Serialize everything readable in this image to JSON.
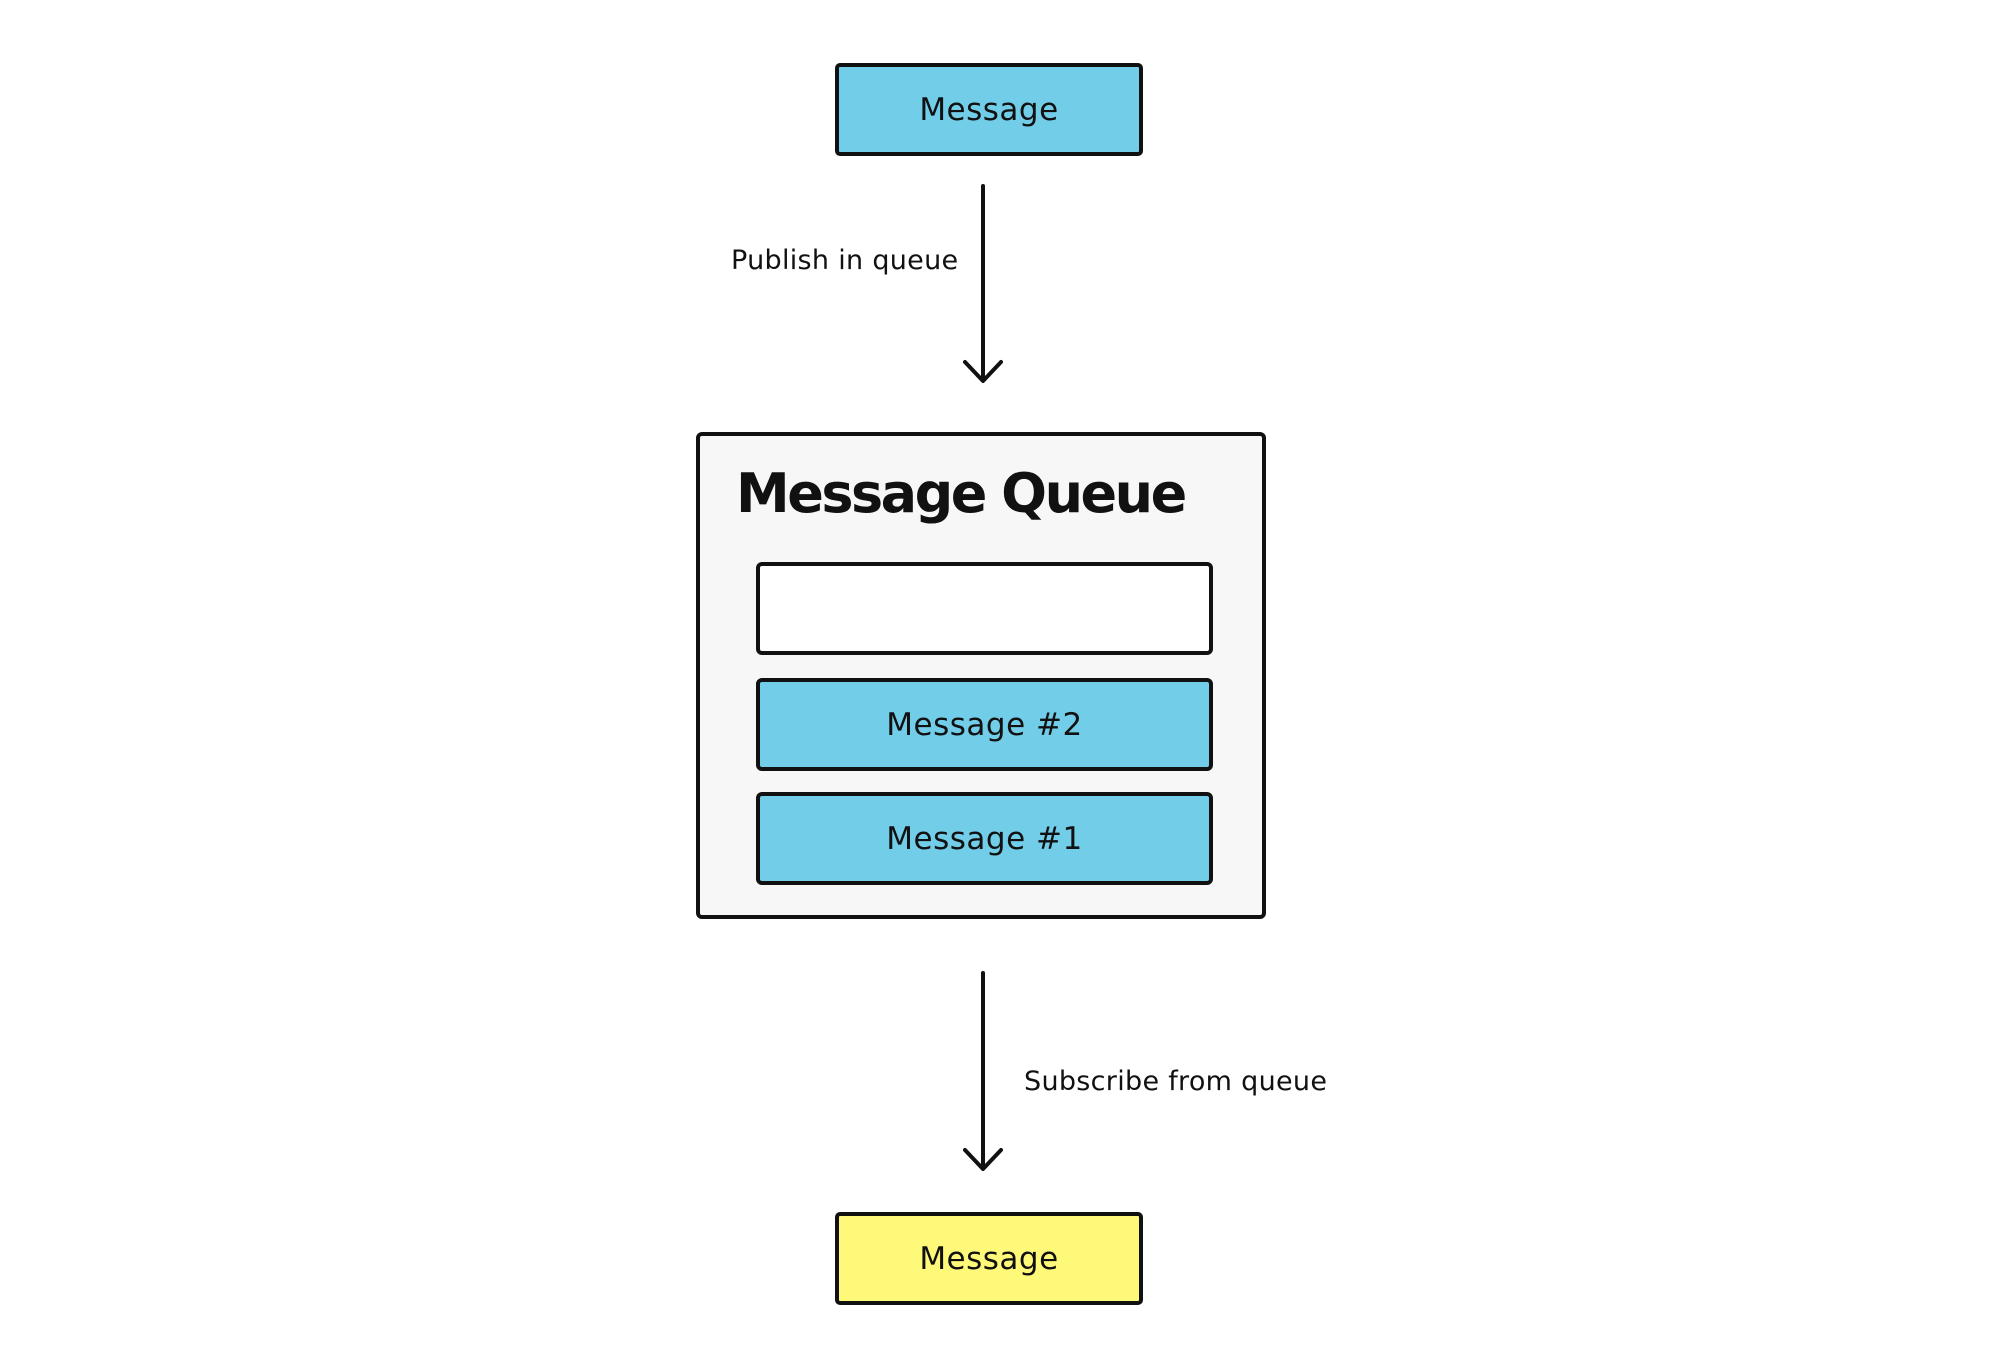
{
  "colors": {
    "producer_fill": "#72cde9",
    "consumer_fill": "#fff97a",
    "queue_fill": "#f6f7f6",
    "slot_empty_fill": "#ffffff",
    "message_fill": "#72cde9",
    "stroke": "#111111"
  },
  "producer": {
    "label": "Message"
  },
  "publish_edge": {
    "label": "Publish in queue"
  },
  "queue": {
    "title": "Message Queue",
    "slots": [
      {
        "label": ""
      },
      {
        "label": "Message #2"
      },
      {
        "label": "Message #1"
      }
    ]
  },
  "subscribe_edge": {
    "label": "Subscribe from queue"
  },
  "consumer": {
    "label": "Message"
  }
}
